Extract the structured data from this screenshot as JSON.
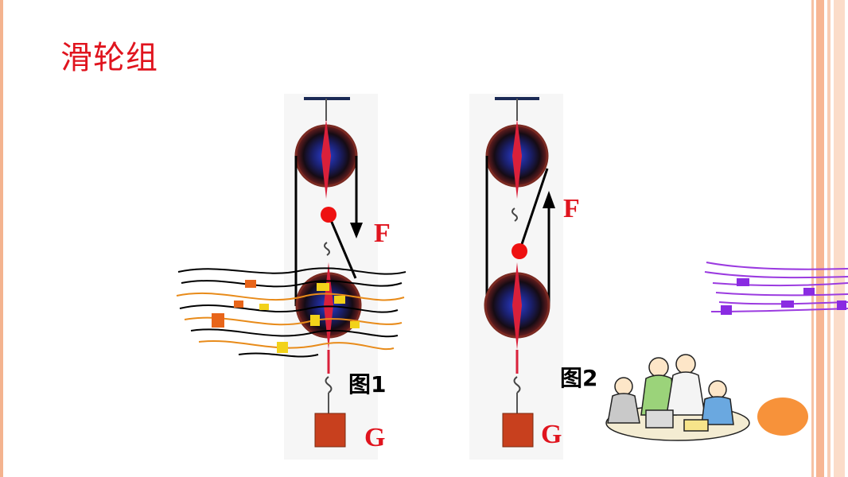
{
  "slide": {
    "title": "滑轮组"
  },
  "figure1": {
    "force_label": "F",
    "weight_label": "G",
    "caption": "图1"
  },
  "figure2": {
    "force_label": "F",
    "weight_label": "G",
    "caption": "图2"
  },
  "colors": {
    "title_red": "#e0141e",
    "accent_orange": "#f4b38f",
    "weight_block": "#c8401e",
    "orange_dot": "#f7923a"
  },
  "icons": {
    "clipart_people": "meeting-people-icon",
    "decor_ribbons": "paper-ribbons-icon",
    "decor_purple": "purple-streaks-icon"
  }
}
